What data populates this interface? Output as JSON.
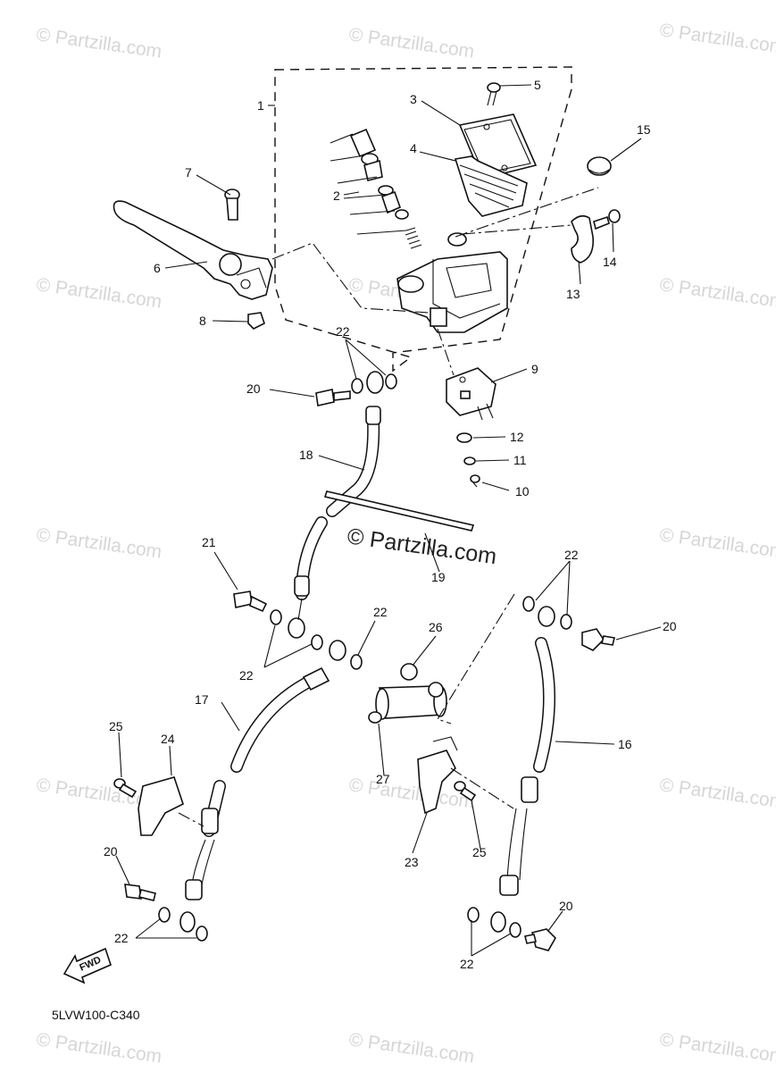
{
  "watermark": {
    "small": "© Partzilla.com",
    "large": "© Partzilla.com"
  },
  "diagram_code": "5LVW100-C340",
  "fwd_label": "FWD",
  "callouts": {
    "c1": "1",
    "c2": "2",
    "c3": "3",
    "c4": "4",
    "c5": "5",
    "c6": "6",
    "c7": "7",
    "c8": "8",
    "c9": "9",
    "c10": "10",
    "c11": "11",
    "c12": "12",
    "c13": "13",
    "c14": "14",
    "c15": "15",
    "c16": "16",
    "c17": "17",
    "c18": "18",
    "c19": "19",
    "c20": "20",
    "c21": "21",
    "c22": "22",
    "c23": "23",
    "c24": "24",
    "c25": "25",
    "c26": "26",
    "c27": "27"
  }
}
